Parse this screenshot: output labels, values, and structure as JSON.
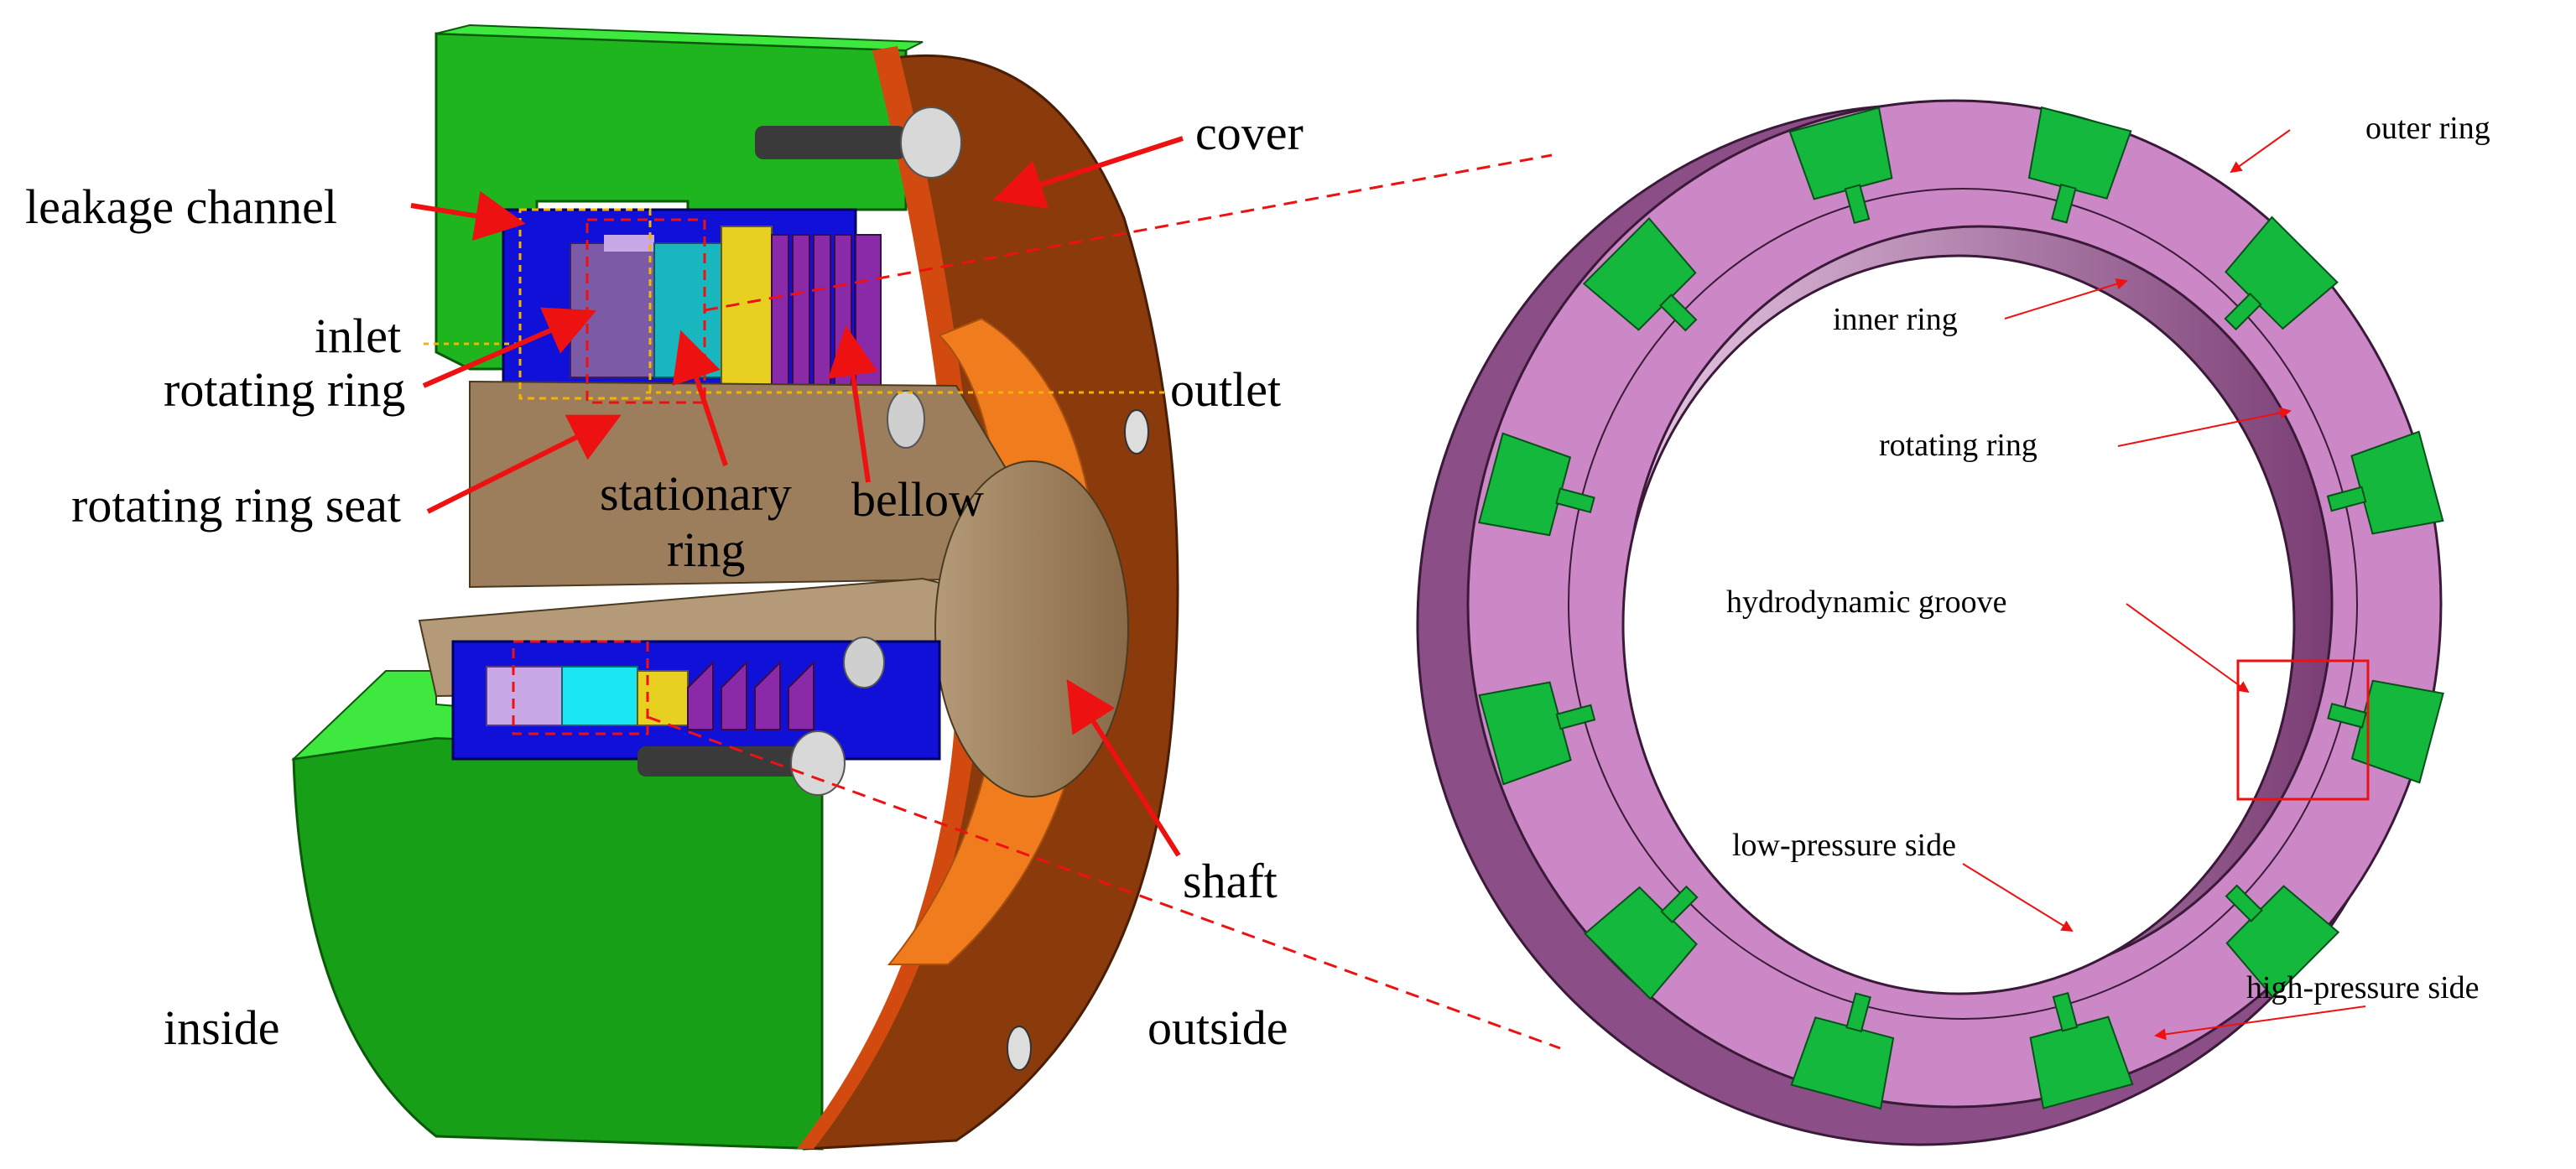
{
  "left_figure": {
    "labels": {
      "cover": "cover",
      "leakage_channel": "leakage  channel",
      "inlet": "inlet",
      "rotating_ring": "rotating ring",
      "outlet": "outlet",
      "rotating_ring_seat": "rotating ring seat",
      "stationary_ring_line1": "stationary",
      "stationary_ring_line2": "ring",
      "bellow": "bellow",
      "shaft": "shaft",
      "inside": "inside",
      "outside": "outside"
    }
  },
  "right_figure": {
    "labels": {
      "outer_ring": "outer ring",
      "inner_ring": "inner ring",
      "rotating_ring": "rotating ring",
      "hydrodynamic_groove": "hydrodynamic  groove",
      "low_pressure_side": "low-pressure  side",
      "high_pressure_side": "high-pressure side"
    },
    "groove_count": 12
  },
  "colors": {
    "housing_green": "#1fb51f",
    "cover_brown": "#8b3a0c",
    "cover_orange": "#f07c1e",
    "seat_blue": "#1010d8",
    "rotating_ring_lilac": "#c9a8e8",
    "stationary_ring_cyan": "#19e6f0",
    "bellow_purple": "#8a2aa8",
    "retainer_yellow": "#e8d020",
    "shaft_tan": "#9c7e5c",
    "ring_pink": "#cc88c6",
    "groove_green": "#14b83c",
    "arrow_red": "#ee1111",
    "guide_orange": "#f2b400"
  }
}
